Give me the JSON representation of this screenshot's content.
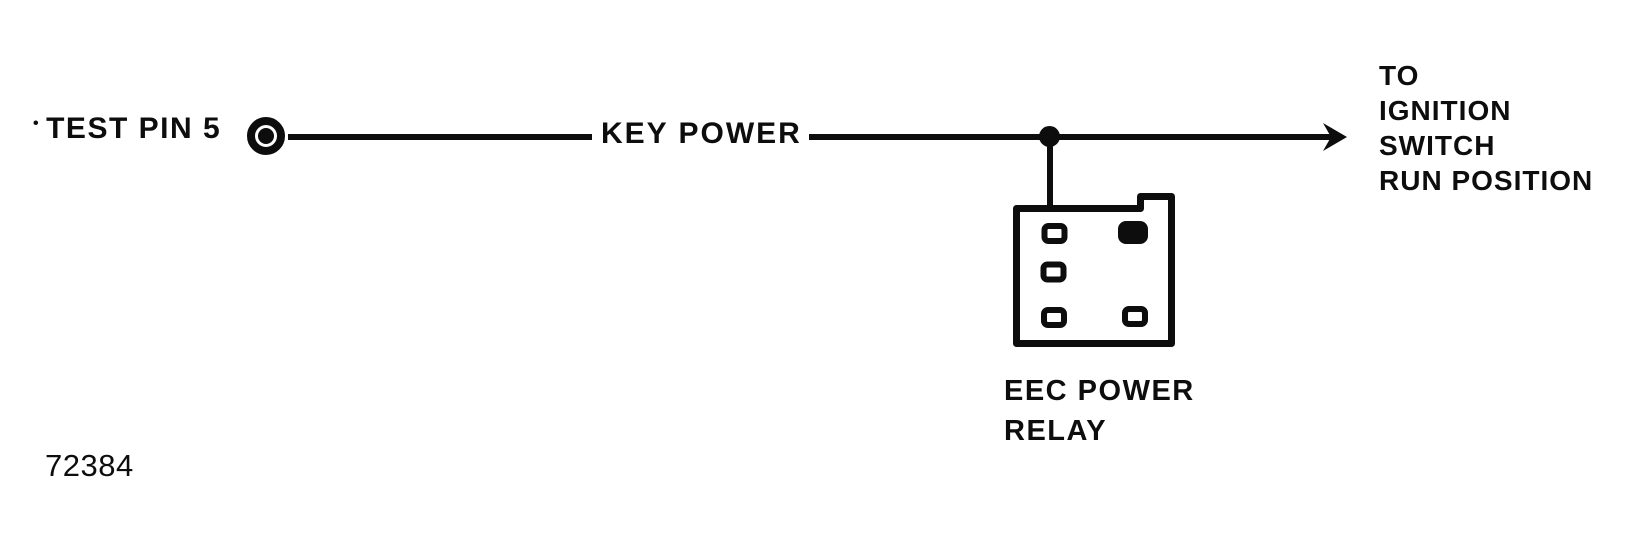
{
  "page": {
    "background_color": "#ffffff",
    "ink_color": "#0d0d0d"
  },
  "diagram": {
    "source": {
      "marker": "•",
      "label": "TEST PIN 5"
    },
    "wire_label": "KEY POWER",
    "destination_lines": [
      "TO",
      "IGNITION",
      "SWITCH",
      "RUN POSITION"
    ],
    "relay": {
      "label_lines": [
        "EEC POWER",
        "RELAY"
      ]
    },
    "figure_number": "72384",
    "icons": {
      "terminal": "bullseye-terminal-icon",
      "junction": "junction-dot-icon",
      "arrowhead": "arrowhead-right-icon",
      "relay_symbol": "relay-connector-outline-icon"
    }
  }
}
